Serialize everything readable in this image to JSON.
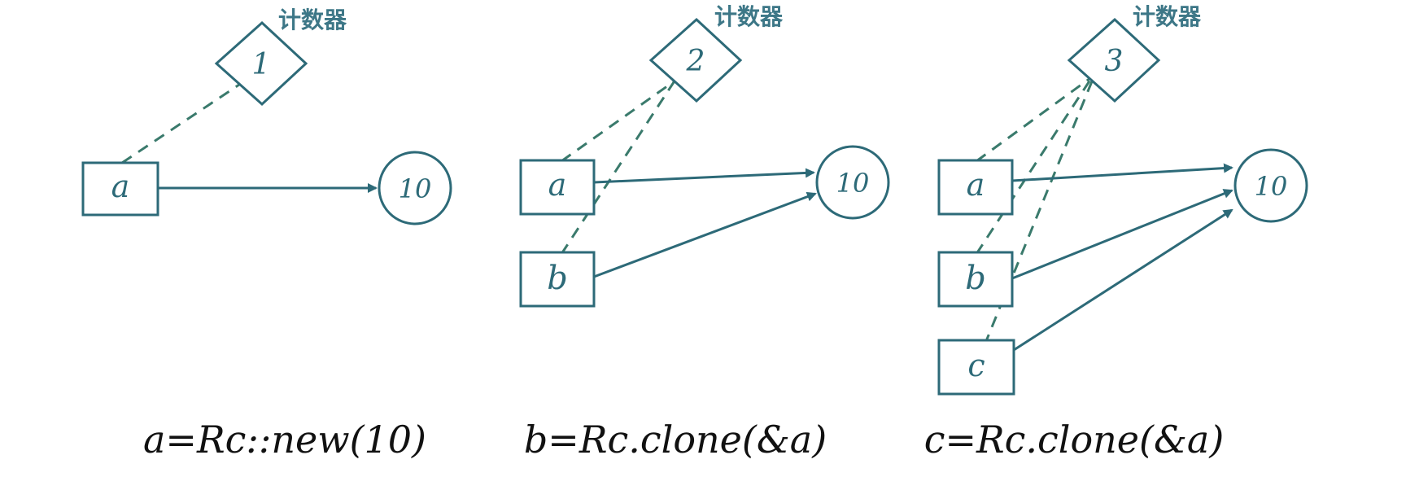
{
  "colors": {
    "stroke": "#2d6a78",
    "dashed": "#3a7a6c",
    "caption": "#111111",
    "background": "#ffffff"
  },
  "counter_label": "计数器",
  "value_label": "10",
  "panels": [
    {
      "counter": "1",
      "variables": [
        "a"
      ],
      "caption": "a=Rc::new(10)"
    },
    {
      "counter": "2",
      "variables": [
        "a",
        "b"
      ],
      "caption": "b=Rc.clone(&a)"
    },
    {
      "counter": "3",
      "variables": [
        "a",
        "b",
        "c"
      ],
      "caption": "c=Rc.clone(&a)"
    }
  ]
}
